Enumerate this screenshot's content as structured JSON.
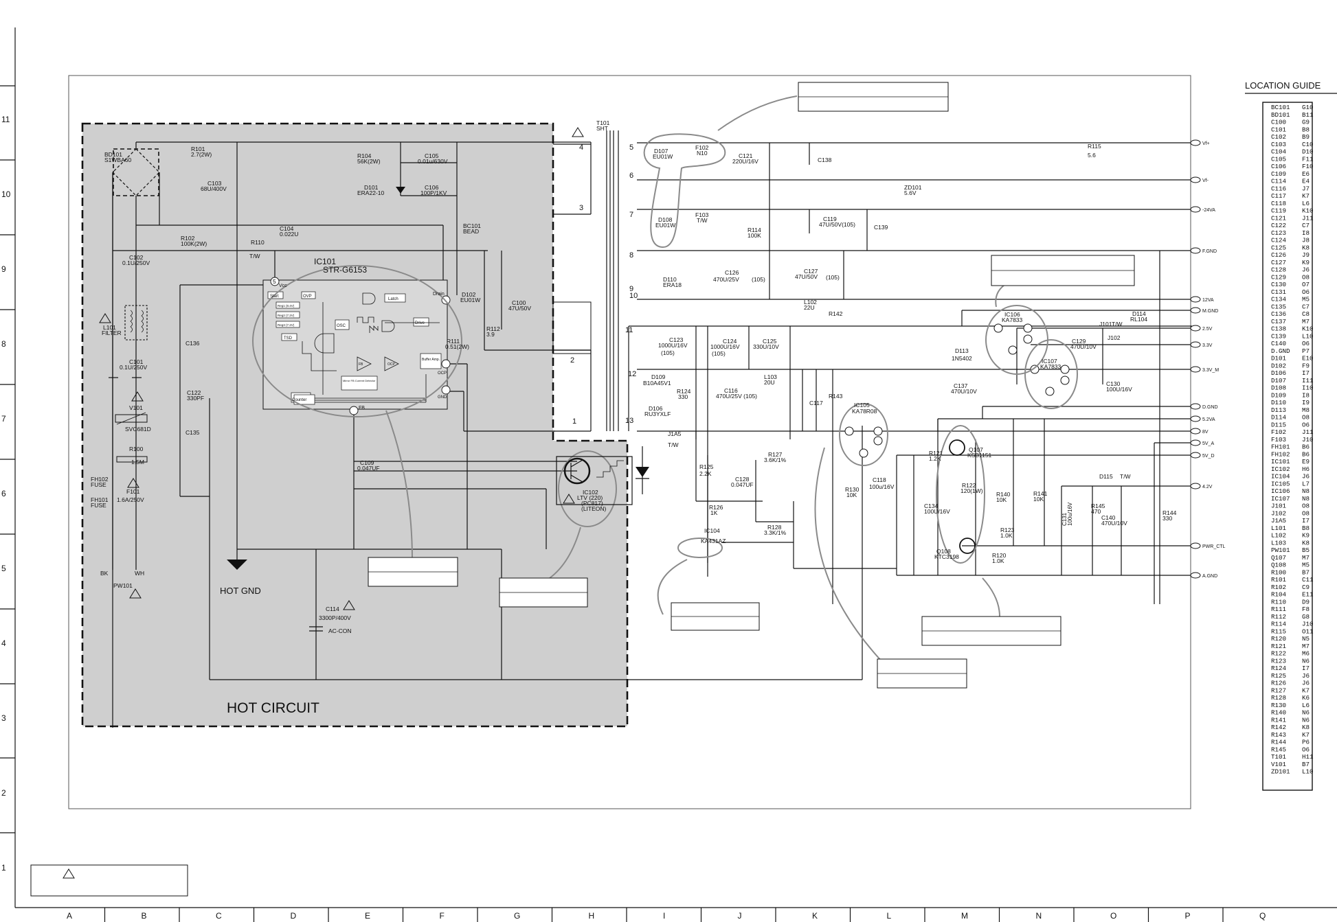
{
  "title_hot_circuit": "HOT CIRCUIT",
  "hot_gnd": "HOT GND",
  "location_guide": {
    "title": "LOCATION GUIDE",
    "entries": [
      [
        "BC101",
        "G10"
      ],
      [
        "BD101",
        "B11"
      ],
      [
        "C100",
        "G9"
      ],
      [
        "C101",
        "B8"
      ],
      [
        "C102",
        "B9"
      ],
      [
        "C103",
        "C10"
      ],
      [
        "C104",
        "D10"
      ],
      [
        "C105",
        "F11"
      ],
      [
        "C106",
        "F10"
      ],
      [
        "C109",
        "E6"
      ],
      [
        "C114",
        "E4"
      ],
      [
        "C116",
        "J7"
      ],
      [
        "C117",
        "K7"
      ],
      [
        "C118",
        "L6"
      ],
      [
        "C119",
        "K10"
      ],
      [
        "C121",
        "J11"
      ],
      [
        "C122",
        "C7"
      ],
      [
        "C123",
        "I8"
      ],
      [
        "C124",
        "J8"
      ],
      [
        "C125",
        "K8"
      ],
      [
        "C126",
        "J9"
      ],
      [
        "C127",
        "K9"
      ],
      [
        "C128",
        "J6"
      ],
      [
        "C129",
        "O8"
      ],
      [
        "C130",
        "O7"
      ],
      [
        "C131",
        "O6"
      ],
      [
        "C134",
        "M5"
      ],
      [
        "C135",
        "C7"
      ],
      [
        "C136",
        "C8"
      ],
      [
        "C137",
        "M7"
      ],
      [
        "C138",
        "K10"
      ],
      [
        "C139",
        "L10"
      ],
      [
        "C140",
        "O6"
      ],
      [
        "D.GND",
        "P7"
      ],
      [
        "D101",
        "E10"
      ],
      [
        "D102",
        "F9"
      ],
      [
        "D106",
        "I7"
      ],
      [
        "D107",
        "I11"
      ],
      [
        "D108",
        "I10"
      ],
      [
        "D109",
        "I8"
      ],
      [
        "D110",
        "I9"
      ],
      [
        "D113",
        "M8"
      ],
      [
        "D114",
        "O8"
      ],
      [
        "D115",
        "O6"
      ],
      [
        "F102",
        "J11"
      ],
      [
        "F103",
        "J10"
      ],
      [
        "FH101",
        "B6"
      ],
      [
        "FH102",
        "B6"
      ],
      [
        "IC101",
        "E9"
      ],
      [
        "IC102",
        "H6"
      ],
      [
        "IC104",
        "J6"
      ],
      [
        "IC105",
        "L7"
      ],
      [
        "IC106",
        "N8"
      ],
      [
        "IC107",
        "N8"
      ],
      [
        "J101",
        "O8"
      ],
      [
        "J102",
        "O8"
      ],
      [
        "J1A5",
        "I7"
      ],
      [
        "L101",
        "B8"
      ],
      [
        "L102",
        "K9"
      ],
      [
        "L103",
        "K8"
      ],
      [
        "PW101",
        "B5"
      ],
      [
        "Q107",
        "M7"
      ],
      [
        "Q108",
        "M5"
      ],
      [
        "R100",
        "B7"
      ],
      [
        "R101",
        "C11"
      ],
      [
        "R102",
        "C9"
      ],
      [
        "R104",
        "E11"
      ],
      [
        "R110",
        "D9"
      ],
      [
        "R111",
        "F8"
      ],
      [
        "R112",
        "G8"
      ],
      [
        "R114",
        "J10"
      ],
      [
        "R115",
        "O11"
      ],
      [
        "R120",
        "N5"
      ],
      [
        "R121",
        "M7"
      ],
      [
        "R122",
        "M6"
      ],
      [
        "R123",
        "N6"
      ],
      [
        "R124",
        "I7"
      ],
      [
        "R125",
        "J6"
      ],
      [
        "R126",
        "J6"
      ],
      [
        "R127",
        "K7"
      ],
      [
        "R128",
        "K6"
      ],
      [
        "R130",
        "L6"
      ],
      [
        "R140",
        "N6"
      ],
      [
        "R141",
        "N6"
      ],
      [
        "R142",
        "K8"
      ],
      [
        "R143",
        "K7"
      ],
      [
        "R144",
        "P6"
      ],
      [
        "R145",
        "O6"
      ],
      [
        "T101",
        "H11"
      ],
      [
        "V101",
        "B7"
      ],
      [
        "ZD101",
        "L10"
      ]
    ]
  },
  "grid": {
    "cols": [
      "A",
      "B",
      "C",
      "D",
      "E",
      "F",
      "G",
      "H",
      "I",
      "J",
      "K",
      "L",
      "M",
      "N",
      "O",
      "P",
      "Q"
    ],
    "rows": [
      "11",
      "10",
      "9",
      "8",
      "7",
      "6",
      "5",
      "4",
      "3",
      "2",
      "1"
    ]
  },
  "outputs": [
    "Vf+",
    "Vf-",
    "-24VA",
    "F.GND",
    "12VA",
    "M.GND",
    "2.5V",
    "3.3V",
    "3.3V_M",
    "D.GND",
    "5.2VA",
    "8V",
    "5V_A",
    "5V_D",
    "4.2V",
    "PWR_CTL",
    "A.GND"
  ],
  "labels": {
    "bd101": "BD101",
    "bd101_part": "S1WBA60",
    "r101": "R101",
    "r101_v": "2.7(2W)",
    "c103": "C103",
    "c103_v": "68U/400V",
    "r104": "R104",
    "r104_v": "56K(2W)",
    "c105": "C105",
    "c105_v": "0.01u/630V",
    "d101": "D101",
    "d101_part": "ERA22-10",
    "c106": "C106",
    "c106_v": "100P/1KV",
    "c104": "C104",
    "c104_v": "0.022U",
    "bc101": "BC101",
    "bc101_part": "BEAD",
    "r102": "R102",
    "r102_v": "100K(2W)",
    "r110": "R110",
    "r110_v": "T/W",
    "c102": "C102",
    "c102_v": "0.1U/250V",
    "ic101": "IC101",
    "ic101_part": "STR-G6153",
    "d102": "D102",
    "d102_part": "EU01W",
    "c100": "C100",
    "c100_v": "47U/50V",
    "r112": "R112",
    "r112_v": "3.9",
    "r111": "R111",
    "r111_v": "0.51(2W)",
    "l101": "L101",
    "l101_part": "FILTER",
    "c136": "C136",
    "c101": "C101",
    "c101_v": "0.1U/250V",
    "v101": "V101",
    "v101_part": "SVC681D",
    "r100": "R100",
    "r100_v": "1.5M",
    "c122": "C122",
    "c122_v": "330PF",
    "c135": "C135",
    "c109": "C109",
    "c109_v": "0.047UF",
    "fh102": "FH102",
    "fh102_p": "FUSE",
    "fh101": "FH101",
    "fh101_p": "FUSE",
    "f101": "F101",
    "f101_v": "1.6A/250V",
    "pw101": "PW101",
    "bk": "BK",
    "wh": "WH",
    "c114": "C114",
    "c114_v": "3300P/400V",
    "c114_p": "AC-CON",
    "ic102": "IC102",
    "ic102_p1": "LTV (220)",
    "ic102_p2": "(PC817)",
    "ic102_p3": "(LITEON)",
    "t101": "T101",
    "t101_p": "SHT",
    "d107": "D107",
    "d107_p": "EU01W",
    "f102": "F102",
    "f102_p": "N10",
    "d108": "D108",
    "d108_p": "EU01W",
    "f103": "F103",
    "f103_p": "T/W",
    "c121": "C121",
    "c121_v": "220U/16V",
    "c138": "C138",
    "r115": "R115",
    "r115_v": "5.6",
    "zd101": "ZD101",
    "zd101_v": "5.6V",
    "c119": "C119",
    "c119_v": "47U/50V(105)",
    "c139": "C139",
    "r114": "R114",
    "r114_v": "100K",
    "c126": "C126",
    "c126_v": "470U/25V",
    "c126_t": "(105)",
    "c127": "C127",
    "c127_v": "47U/50V",
    "c127_t": "(105)",
    "d110": "D110",
    "d110_p": "ERA18",
    "l102": "L102",
    "l102_v": "22U",
    "r142": "R142",
    "c123": "C123",
    "c123_v": "1000U/16V",
    "c123_t": "(105)",
    "c124": "C124",
    "c124_v": "1000U/16V",
    "c124_t": "(105)",
    "c125": "C125",
    "c125_v": "330U/10V",
    "d109": "D109",
    "d109_p": "B10A45V1",
    "l103": "L103",
    "l103_v": "20U",
    "r124": "R124",
    "r124_v": "330",
    "c116": "C116",
    "c116_v": "470U/25V (105)",
    "c117": "C117",
    "r143": "R143",
    "d106": "D106",
    "d106_p": "RU3YXLF",
    "j1a5": "J1A5",
    "j1a5_p": "T/W",
    "ic106": "IC106",
    "ic106_p": "KA7833",
    "ic107": "IC107",
    "ic107_p": "KA7833",
    "d113": "D113",
    "d113_p": "1N5402",
    "d114": "D114",
    "d114_p": "RL104",
    "j101": "J101",
    "j101_p": "T/W",
    "j102": "J102",
    "c129": "C129",
    "c129_v": "470U/10V",
    "c137": "C137",
    "c137_v": "470U/10V",
    "c130": "C130",
    "c130_v": "100U/16V",
    "ic105": "IC105",
    "ic105_p": "KA78R08",
    "r121": "R121",
    "r121_v": "1.2K",
    "q107": "Q107",
    "q107_p": "KSB1151",
    "r122": "R122",
    "r122_v": "120(1W)",
    "r125": "R125",
    "r125_v": "2.2K",
    "c128": "C128",
    "c128_v": "0.047UF",
    "r126": "R126",
    "r126_v": "1K",
    "r127": "R127",
    "r127_v": "3.6K/1%",
    "r128": "R128",
    "r128_v": "3.3K/1%",
    "ic104": "IC104",
    "ic104_p": "KA431AZ",
    "r130": "R130",
    "r130_v": "10K",
    "c118": "C118",
    "c118_v": "100u/16V",
    "c134": "C134",
    "c134_v": "100U/16V",
    "r140": "R140",
    "r140_v": "10K",
    "r141": "R141",
    "r141_v": "10K",
    "c131": "C131",
    "c131_v": "100u/16V",
    "r145": "R145",
    "r145_v": "470",
    "c140": "C140",
    "c140_v": "470U/10V",
    "d115": "D115",
    "d115_p": "T/W",
    "r144": "R144",
    "r144_v": "330",
    "r123": "R123",
    "r123_v": "1.0K",
    "r120": "R120",
    "r120_v": "1.0K",
    "q108": "Q108",
    "q108_p": "KTC3198",
    "ic_inner": {
      "start": "Start",
      "ovp": "OVP",
      "latch": "Latch",
      "drive": "Drive",
      "reg1": "Reg1 (8.4V)",
      "reg2": "Reg2 (7.2V)",
      "reg3": "Reg3 (7.2V)",
      "bias": "Internal Bias",
      "tsd": "TSD",
      "osc": "OSC",
      "fb": "FB",
      "ocp": "OCP",
      "buffer": "Buffer Amp.",
      "mirror": "Mirror FB Current Detector",
      "counter": "Counter",
      "vcc": "Vcc",
      "drain": "Drain",
      "ocp_pin": "OCP",
      "gnd": "GND",
      "fb_pin": "FB"
    },
    "pins": [
      "1",
      "2",
      "3",
      "4",
      "5"
    ],
    "t_pins": [
      "4",
      "3",
      "2",
      "1",
      "5",
      "6",
      "7",
      "8",
      "9",
      "10",
      "11",
      "12",
      "13"
    ]
  }
}
